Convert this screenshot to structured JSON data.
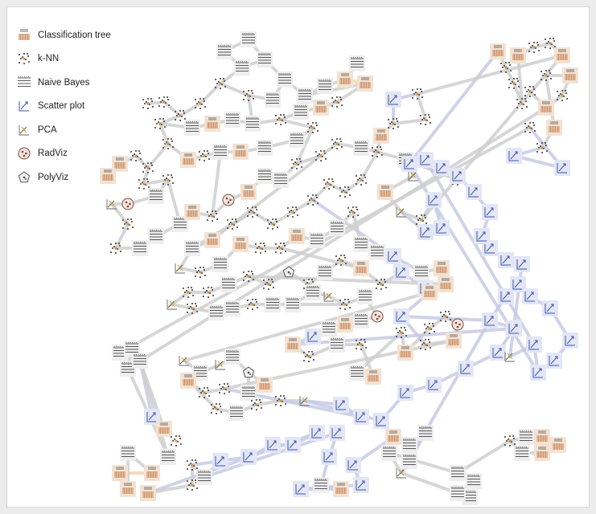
{
  "legend": [
    {
      "key": "tree",
      "label": "Classification tree"
    },
    {
      "key": "knn",
      "label": "k-NN"
    },
    {
      "key": "nb",
      "label": "Naive Bayes"
    },
    {
      "key": "scatter",
      "label": "Scatter plot"
    },
    {
      "key": "pca",
      "label": "PCA"
    },
    {
      "key": "radviz",
      "label": "RadViz"
    },
    {
      "key": "polyviz",
      "label": "PolyViz"
    }
  ],
  "colors": {
    "tree": "#c9885a",
    "knn": "#555555",
    "nb": "#444444",
    "scatter": "#3f55a8",
    "pca": "#5a6b3a",
    "radviz": "#7a4a3a",
    "polyviz": "#555555",
    "tree_bg": "#f3e2d2",
    "nb_bg": "#eeeeee",
    "scatter_bg": "#e3e6f5",
    "edge": "#cfcfcf",
    "edge_blue": "#c7cbe4",
    "edge_orange": "#efd6b4",
    "mark_orange": "#d89a3a"
  }
}
